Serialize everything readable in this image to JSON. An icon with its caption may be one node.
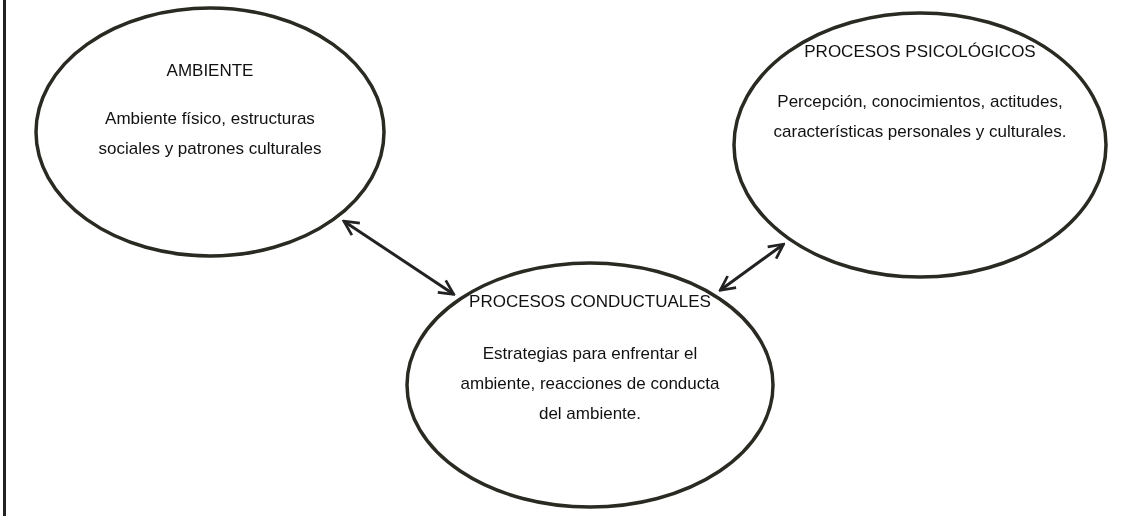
{
  "diagram": {
    "nodes": [
      {
        "text": [
          "AMBIENTE",
          "Ambiente físico, estructuras sociales y patrones culturales"
        ]
      },
      {
        "text": [
          "PROCESOS PSICOLÓGICOS",
          "Percepción, conocimientos, actitudes, características personales y culturales."
        ]
      },
      {
        "text": [
          "PROCESOS CONDUCTUALES",
          "Estrategias para enfrentar el ambiente, reacciones de conducta del ambiente."
        ]
      }
    ],
    "edges": [
      {
        "from": 0,
        "to": 2,
        "arrow": "both"
      },
      {
        "from": 2,
        "to": 1,
        "arrow": "both"
      }
    ]
  }
}
